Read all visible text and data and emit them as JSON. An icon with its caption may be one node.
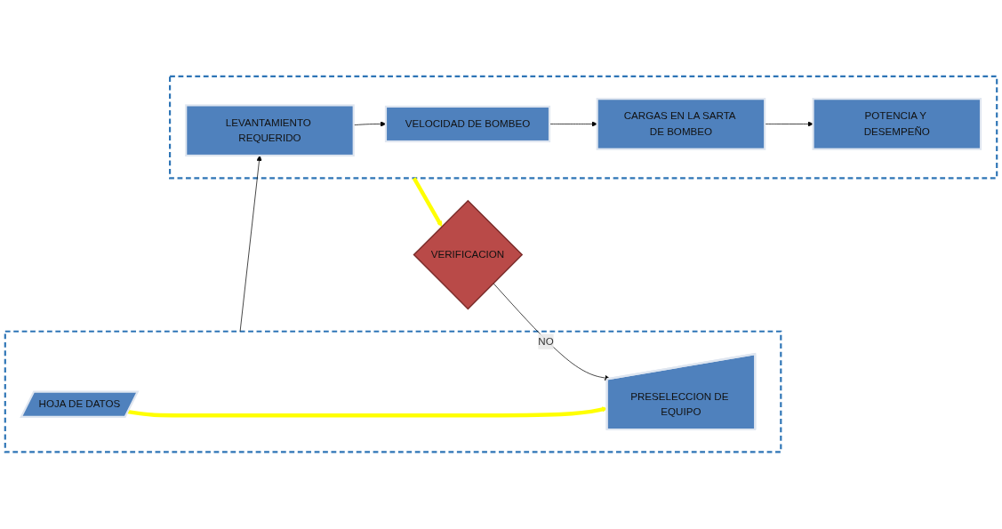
{
  "diagram": {
    "nodes": [
      {
        "text": [],
        "shape": "box"
      },
      {
        "text": [
          "HOJA DE DATOS"
        ],
        "in": 0
      },
      {
        "text": [
          "PRESELECCION DE EQUIPO"
        ],
        "in": 0
      },
      {
        "text": [],
        "shape": "box"
      },
      {
        "text": [
          "LEVANTAMIENTO REQUERIDO"
        ],
        "in": 3
      },
      {
        "text": [
          "VELOCIDAD DE BOMBEO"
        ],
        "in": 3
      },
      {
        "text": [
          "CARGAS EN LA SARTA DE BOMBEO"
        ],
        "in": 3
      },
      {
        "text": [
          "POTENCIA Y DESEMPEÑO"
        ],
        "in": 3
      },
      {
        "text": [
          "VERIFICACION"
        ]
      }
    ],
    "edges": [
      {
        "from": 1,
        "to": 2,
        "arrow": "to",
        "style": "thick",
        "color": "#ffff00"
      },
      {
        "from": 0,
        "to": 4,
        "arrow": "to"
      },
      {
        "from": 4,
        "to": 5,
        "arrow": "to"
      },
      {
        "from": 5,
        "to": 6,
        "arrow": "to"
      },
      {
        "from": 6,
        "to": 7,
        "arrow": "to"
      },
      {
        "from": 3,
        "to": 8,
        "arrow": "to",
        "style": "thick",
        "color": "#ffff00"
      },
      {
        "from": 8,
        "to": 2,
        "arrow": "to",
        "label": "NO"
      }
    ]
  }
}
